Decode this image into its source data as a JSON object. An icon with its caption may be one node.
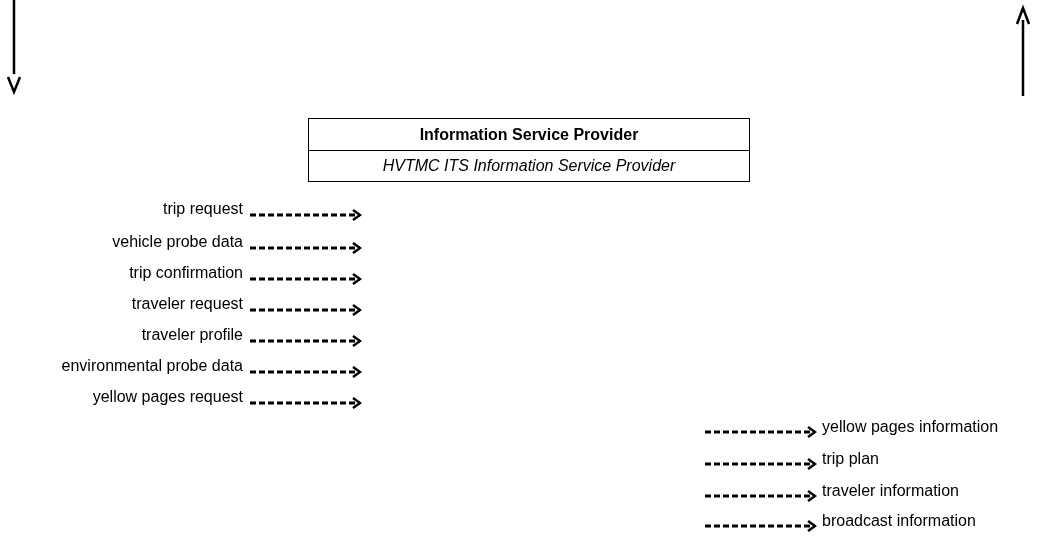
{
  "diagram": {
    "nodes": [
      {
        "text": [
          "Information Service Provider",
          "HVTMC ITS Information Service Provider"
        ]
      },
      {
        "text": [
          "trip request"
        ]
      },
      {
        "text": [
          "vehicle probe data"
        ]
      },
      {
        "text": [
          "trip confirmation"
        ]
      },
      {
        "text": [
          "traveler request"
        ]
      },
      {
        "text": [
          "traveler profile"
        ]
      },
      {
        "text": [
          "environmental probe data"
        ]
      },
      {
        "text": [
          "yellow pages request"
        ]
      },
      {
        "text": [
          "yellow pages information"
        ]
      },
      {
        "text": [
          "trip plan"
        ]
      },
      {
        "text": [
          "traveler information"
        ]
      },
      {
        "text": [
          "broadcast information"
        ]
      }
    ],
    "edges": [
      {
        "from": 1,
        "to": null,
        "arrow": "to",
        "style": "dashed"
      },
      {
        "from": 2,
        "to": null,
        "arrow": "to",
        "style": "dashed"
      },
      {
        "from": 3,
        "to": null,
        "arrow": "to",
        "style": "dashed"
      },
      {
        "from": 4,
        "to": null,
        "arrow": "to",
        "style": "dashed"
      },
      {
        "from": 5,
        "to": null,
        "arrow": "to",
        "style": "dashed"
      },
      {
        "from": 6,
        "to": null,
        "arrow": "to",
        "style": "dashed"
      },
      {
        "from": 7,
        "to": null,
        "arrow": "to",
        "style": "dashed"
      },
      {
        "from": null,
        "to": 8,
        "arrow": "to",
        "style": "dashed"
      },
      {
        "from": null,
        "to": 9,
        "arrow": "to",
        "style": "dashed"
      },
      {
        "from": null,
        "to": 10,
        "arrow": "to",
        "style": "dashed"
      },
      {
        "from": null,
        "to": 11,
        "arrow": "to",
        "style": "dashed"
      }
    ]
  }
}
